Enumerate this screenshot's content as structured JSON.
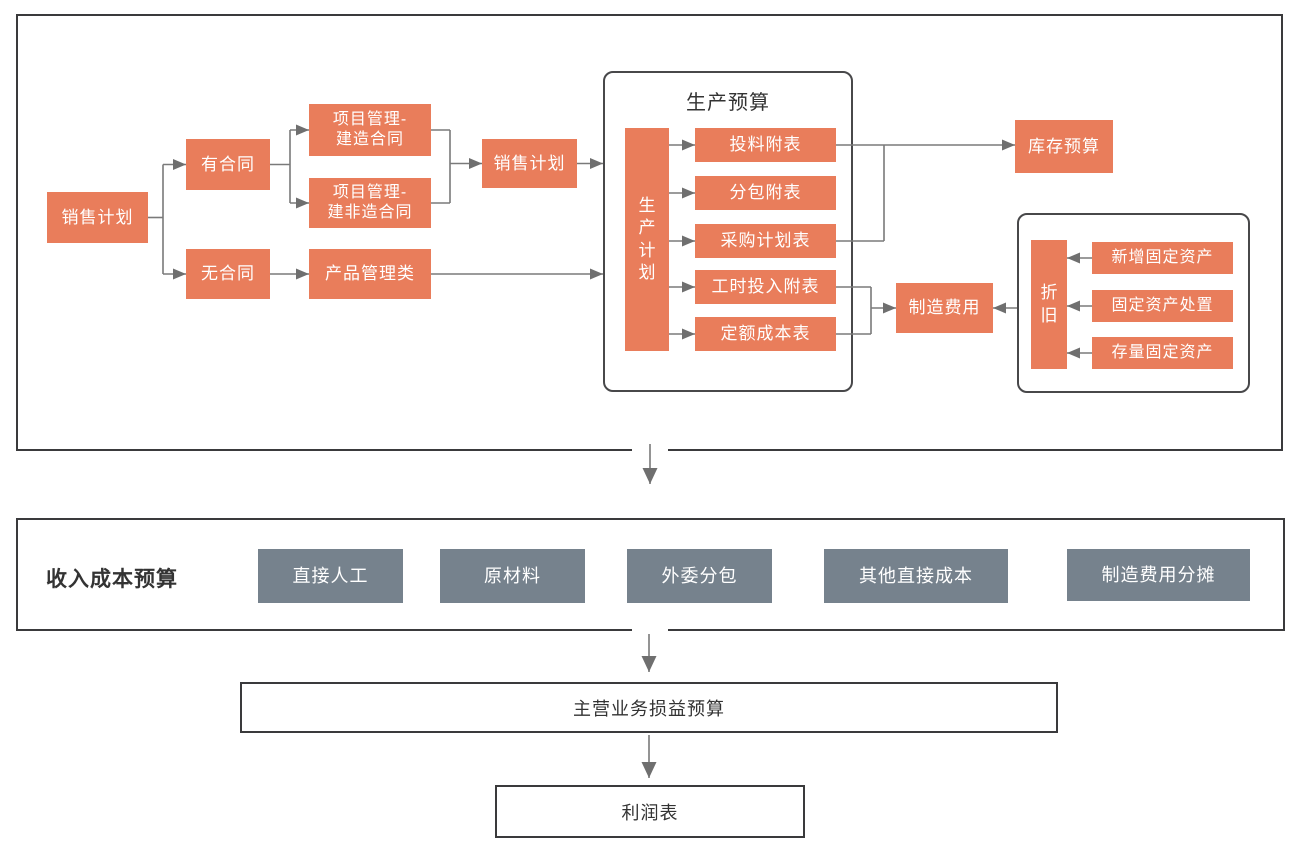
{
  "colors": {
    "box_orange": "#e97d5b",
    "box_gray": "#76828d",
    "frame_border": "#3a3a3c",
    "connector_line": "#7a7a7a",
    "arrowhead": "#6f6f6f",
    "box_text": "#ffffff",
    "label_text": "#333333"
  },
  "top": {
    "sales_plan_left": "销售计划",
    "with_contract": "有合同",
    "without_contract": "无合同",
    "pm_construction": "项目管理-\n建造合同",
    "pm_non_construction": "项目管理-\n建非造合同",
    "product_management": "产品管理类",
    "sales_plan_mid": "销售计划",
    "inventory_budget": "库存预算",
    "manufacturing_expense": "制造费用",
    "production_budget": {
      "title": "生产预算",
      "plan_vertical": "生\n产\n计\n划",
      "items": [
        "投料附表",
        "分包附表",
        "采购计划表",
        "工时投入附表",
        "定额成本表"
      ]
    },
    "depreciation": {
      "vertical": "折\n旧",
      "items": [
        "新增固定资产",
        "固定资产处置",
        "存量固定资产"
      ]
    }
  },
  "middle": {
    "label": "收入成本预算",
    "items": [
      "直接人工",
      "原材料",
      "外委分包",
      "其他直接成本",
      "制造费用分摊"
    ]
  },
  "bottom": {
    "main_pl": "主营业务损益预算",
    "profit_statement": "利润表"
  }
}
